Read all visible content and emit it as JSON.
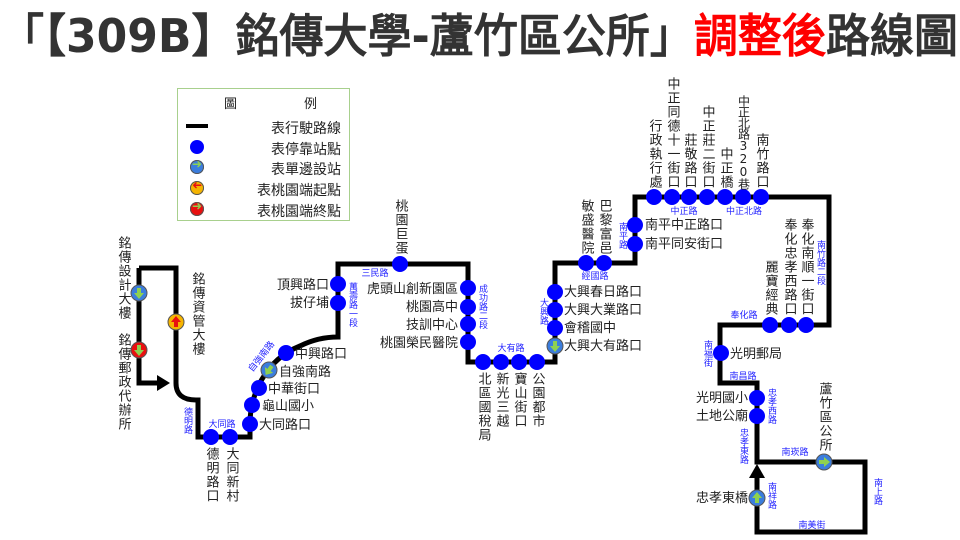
{
  "title": {
    "part1": "「【309B】銘傳大學-蘆竹區公所」",
    "highlight": "調整後",
    "part2": "路線圖",
    "highlight_color": "#ff0000"
  },
  "legend": {
    "title_left": "圖",
    "title_right": "例",
    "items": [
      {
        "icon": "route-line",
        "label": "表行駛路線"
      },
      {
        "icon": "stop-dot",
        "label": "表停靠站點"
      },
      {
        "icon": "one-way-stop",
        "label": "表單邊設站"
      },
      {
        "icon": "start-stop",
        "label": "表桃園端起點"
      },
      {
        "icon": "end-stop",
        "label": "表桃園端終點"
      }
    ]
  },
  "colors": {
    "route": "#000000",
    "stop": "#0000ff",
    "one_way": "#3b7ddd",
    "start": "#f5b400",
    "end": "#e81010",
    "road_label": "#2323ff"
  },
  "stops": [
    {
      "name": "銘傳資管大樓",
      "type": "start"
    },
    {
      "name": "德明路口",
      "type": "stop"
    },
    {
      "name": "大同新村",
      "type": "stop"
    },
    {
      "name": "大同路口",
      "type": "stop"
    },
    {
      "name": "龜山國小",
      "type": "stop"
    },
    {
      "name": "中華街口",
      "type": "stop"
    },
    {
      "name": "自強南路",
      "type": "one-way"
    },
    {
      "name": "中興路口",
      "type": "stop"
    },
    {
      "name": "拔仔埔",
      "type": "stop"
    },
    {
      "name": "頂興路口",
      "type": "stop"
    },
    {
      "name": "桃園巨蛋",
      "type": "stop"
    },
    {
      "name": "虎頭山創新園區",
      "type": "stop"
    },
    {
      "name": "桃園高中",
      "type": "stop"
    },
    {
      "name": "技訓中心",
      "type": "stop"
    },
    {
      "name": "桃園榮民醫院",
      "type": "stop"
    },
    {
      "name": "北區國稅局",
      "type": "stop"
    },
    {
      "name": "新光三越",
      "type": "stop"
    },
    {
      "name": "寶山街口",
      "type": "stop"
    },
    {
      "name": "公園都市",
      "type": "stop"
    },
    {
      "name": "大興大有路口",
      "type": "one-way"
    },
    {
      "name": "會稽國中",
      "type": "stop"
    },
    {
      "name": "大興大業路口",
      "type": "stop"
    },
    {
      "name": "大興春日路口",
      "type": "stop"
    },
    {
      "name": "敏盛醫院",
      "type": "stop"
    },
    {
      "name": "巴黎富邑",
      "type": "stop"
    },
    {
      "name": "南平同安街口",
      "type": "stop"
    },
    {
      "name": "南平中正路口",
      "type": "stop"
    },
    {
      "name": "行政執行處",
      "type": "stop"
    },
    {
      "name": "中正同德十一街口",
      "type": "stop"
    },
    {
      "name": "莊敬路口",
      "type": "stop"
    },
    {
      "name": "中正莊二街口",
      "type": "stop"
    },
    {
      "name": "中正橋",
      "type": "stop"
    },
    {
      "name": "中正北路320巷",
      "type": "stop"
    },
    {
      "name": "南竹路口",
      "type": "stop"
    },
    {
      "name": "奉化南順一街口",
      "type": "stop"
    },
    {
      "name": "奉化忠孝西路口",
      "type": "stop"
    },
    {
      "name": "麗寶經典",
      "type": "stop"
    },
    {
      "name": "光明郵局",
      "type": "stop"
    },
    {
      "name": "光明國小",
      "type": "stop"
    },
    {
      "name": "土地公廟",
      "type": "stop"
    },
    {
      "name": "蘆竹區公所",
      "type": "one-way"
    },
    {
      "name": "忠孝東橋",
      "type": "one-way"
    },
    {
      "name": "銘傳設計大樓",
      "type": "one-way"
    },
    {
      "name": "銘傳郵政代辦所",
      "type": "end"
    }
  ],
  "roads": [
    "德明路",
    "大同路",
    "自強南路",
    "萬壽路一段",
    "三民路",
    "成功路二段",
    "大有路",
    "大興路",
    "經國路",
    "南平路",
    "中正路",
    "中正北路",
    "南竹路二段",
    "奉化路",
    "南福街",
    "南昌路",
    "忠孝西路",
    "忠孝東路",
    "南崁路",
    "南上路",
    "南祥路",
    "南美街"
  ]
}
